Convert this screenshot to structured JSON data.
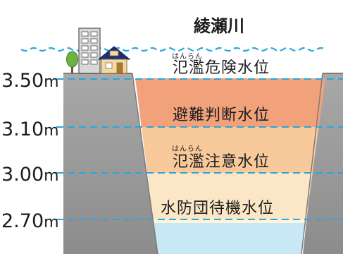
{
  "river_name": "綾瀬川",
  "levels": [
    {
      "value": "3.50",
      "unit": "m"
    },
    {
      "value": "3.10",
      "unit": "m"
    },
    {
      "value": "3.00",
      "unit": "m"
    },
    {
      "value": "2.70",
      "unit": "m"
    }
  ],
  "zones": [
    {
      "label": "氾濫危険水位",
      "ruby": "はんらん",
      "color": "#f2a27b"
    },
    {
      "label": "避難判断水位",
      "ruby": "",
      "color": "#f8c99a"
    },
    {
      "label": "氾濫注意水位",
      "ruby": "はんらん",
      "color": "#fbe7c5"
    },
    {
      "label": "水防団待機水位",
      "ruby": "",
      "color": "#fdf6dc"
    }
  ],
  "colors": {
    "water": "#c9e8f6",
    "ground": "#9e9e9e",
    "dashed_line": "#29a7e0",
    "house_roof": "#1e2f7a",
    "tree": "#6cb33f"
  }
}
